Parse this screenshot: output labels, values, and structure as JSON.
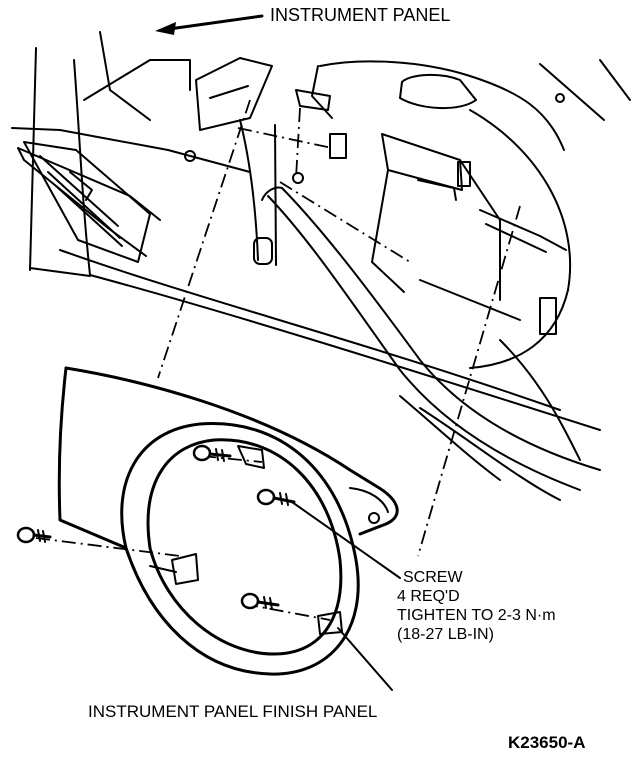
{
  "labels": {
    "instrument_panel": "INSTRUMENT PANEL",
    "screw": "SCREW",
    "screw_qty": "4 REQ'D",
    "tighten": "TIGHTEN TO 2-3 N·m",
    "torque_lb": "(18-27 LB-IN)",
    "finish_panel": "INSTRUMENT PANEL FINISH PANEL",
    "figure_code": "K23650-A"
  }
}
